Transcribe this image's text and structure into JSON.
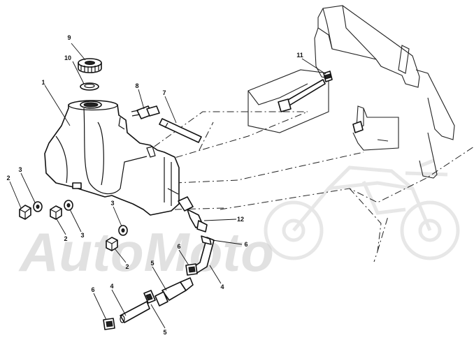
{
  "watermark": "AutoMoto",
  "callouts": [
    {
      "id": "c1",
      "label": "1"
    },
    {
      "id": "c2a",
      "label": "2"
    },
    {
      "id": "c2b",
      "label": "2"
    },
    {
      "id": "c2c",
      "label": "2"
    },
    {
      "id": "c3a",
      "label": "3"
    },
    {
      "id": "c3b",
      "label": "3"
    },
    {
      "id": "c3c",
      "label": "3"
    },
    {
      "id": "c4a",
      "label": "4"
    },
    {
      "id": "c4b",
      "label": "4"
    },
    {
      "id": "c5a",
      "label": "5"
    },
    {
      "id": "c5b",
      "label": "5"
    },
    {
      "id": "c6a",
      "label": "6"
    },
    {
      "id": "c6b",
      "label": "6"
    },
    {
      "id": "c6c",
      "label": "6"
    },
    {
      "id": "c7",
      "label": "7"
    },
    {
      "id": "c8",
      "label": "8"
    },
    {
      "id": "c9",
      "label": "9"
    },
    {
      "id": "c10",
      "label": "10"
    },
    {
      "id": "c11",
      "label": "11"
    },
    {
      "id": "c12",
      "label": "12"
    }
  ]
}
